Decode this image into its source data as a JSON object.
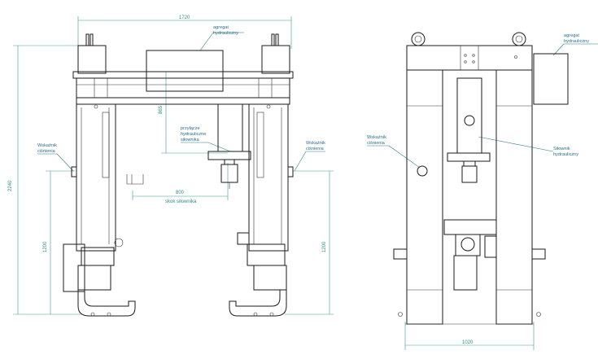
{
  "left_view": {
    "dim_top": "1720",
    "dim_height": "2240",
    "dim_left_lower": "1200",
    "dim_right_lower": "1200",
    "dim_vertical_mid": "865",
    "dim_stroke": "800",
    "stroke_caption": "skok siłownika",
    "label_agregat_1": "agregat",
    "label_agregat_2": "hydrauliczny",
    "label_przylacze_1": "przyłącze",
    "label_przylacze_2": "hydrauliczne",
    "label_przylacze_3": "siłownika",
    "label_wskaznik_l1": "Wskaźnik",
    "label_wskaznik_l2": "ciśnienia",
    "label_wskaznik_r1": "Wskaźnik",
    "label_wskaznik_r2": "ciśnienia"
  },
  "right_view": {
    "dim_bottom": "1020",
    "label_agregat_1": "agregat",
    "label_agregat_2": "hydrauliczny",
    "label_wskaznik_1": "Wskaźnik",
    "label_wskaznik_2": "ciśnienia",
    "label_silownik_1": "Siłownik",
    "label_silownik_2": "hydrauliczny"
  },
  "colors": {
    "dimension": "#2b8f8a",
    "label": "#2b6f8f",
    "drawing": "#1a1a1a"
  }
}
